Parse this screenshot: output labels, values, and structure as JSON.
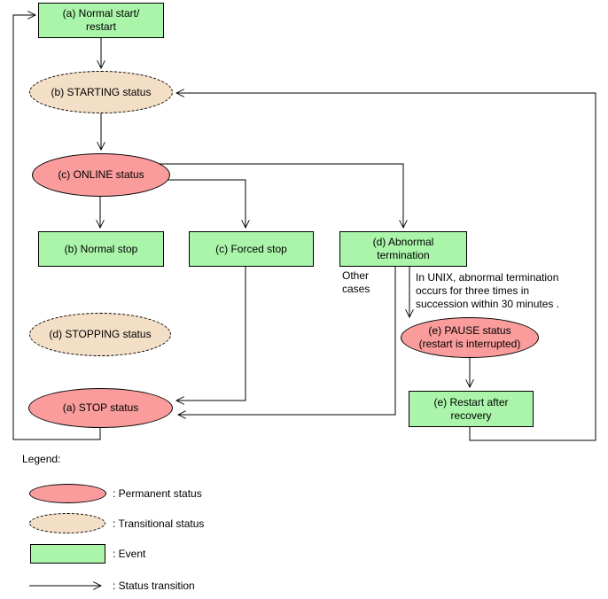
{
  "diagram": {
    "nodes": {
      "normal_start": "(a) Normal start/\nrestart",
      "starting": "(b) STARTING status",
      "online": "(c) ONLINE status",
      "normal_stop": "(b) Normal stop",
      "forced_stop": "(c) Forced stop",
      "abnormal_termination": "(d) Abnormal\ntermination",
      "stopping": "(d) STOPPING status",
      "stop": "(a) STOP status",
      "pause": "(e) PAUSE status\n(restart is interrupted)",
      "restart_recovery": "(e) Restart after\nrecovery"
    },
    "annotations": {
      "other_cases": "Other\ncases",
      "unix_note": "In UNIX, abnormal termination\noccurs for three times in\nsuccession within 30 minutes ."
    }
  },
  "legend": {
    "title": "Legend:",
    "permanent": ": Permanent status",
    "transitional": ": Transitional status",
    "event": ": Event",
    "transition": ": Status transition"
  },
  "colors": {
    "permanent": "#FA9C9C",
    "transitional": "#F3DEC6",
    "event": "#AAF5AA",
    "line": "#000000"
  }
}
